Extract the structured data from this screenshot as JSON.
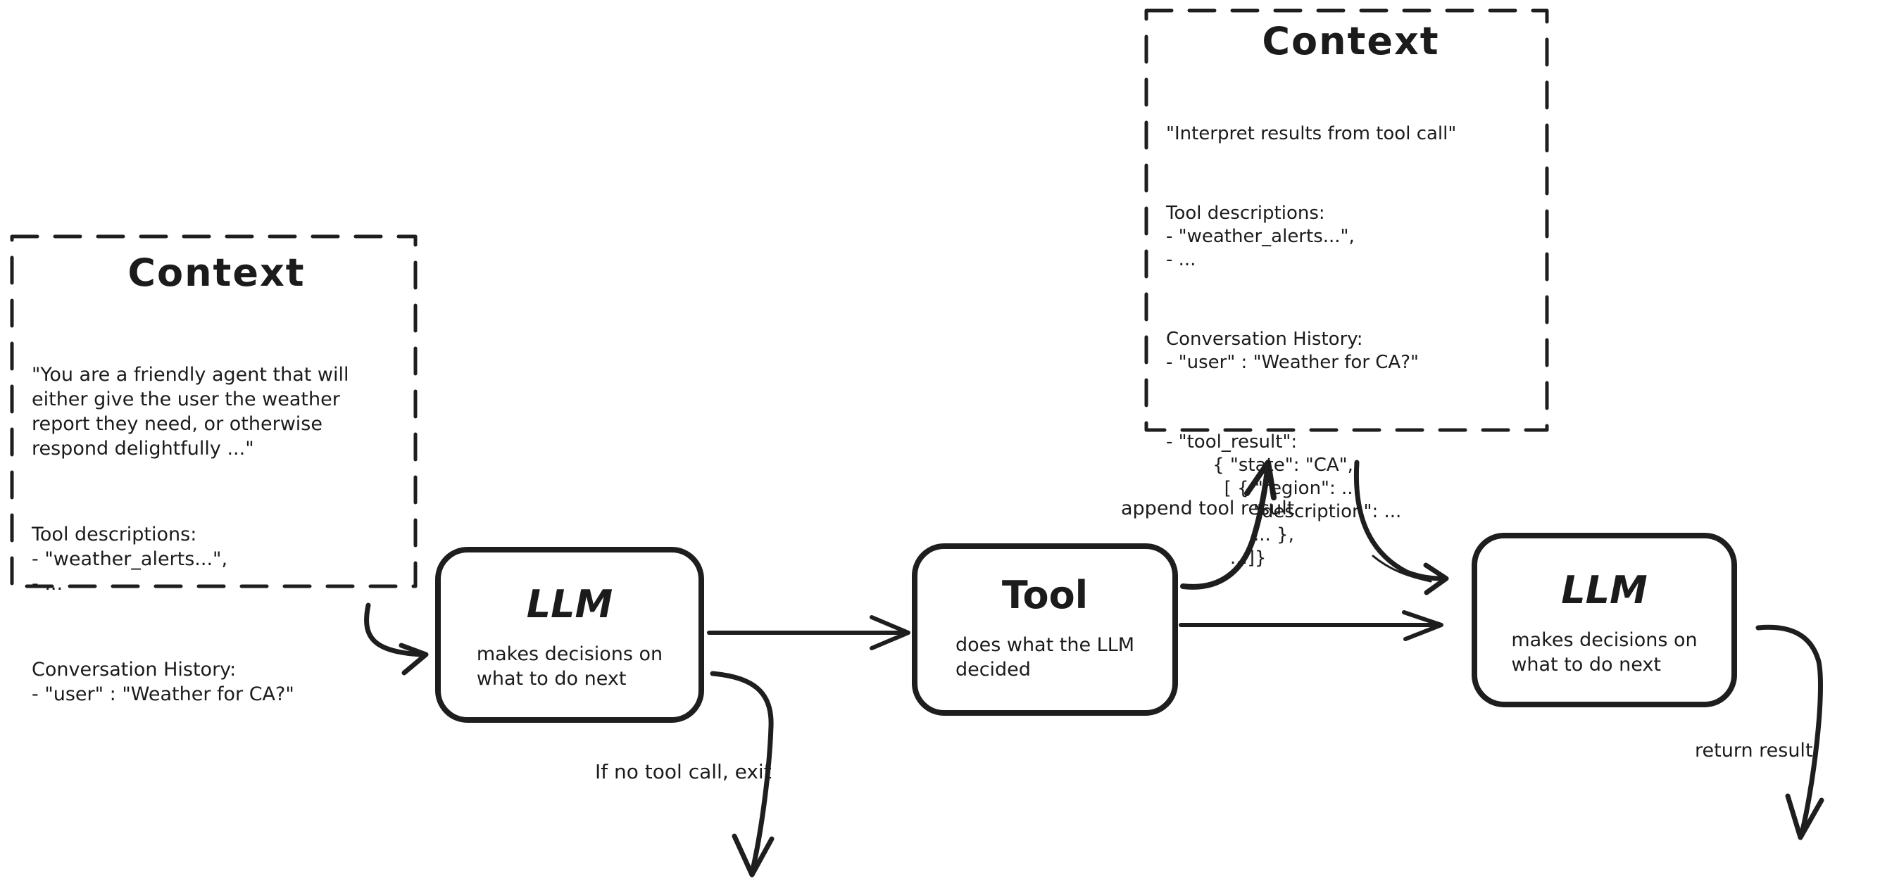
{
  "context_left": {
    "title": "Context",
    "sections": [
      [
        "\"You are a friendly agent that will",
        "either give the user the weather",
        "report they need, or otherwise",
        "respond delightfully ...\""
      ],
      [
        "Tool descriptions:",
        "- \"weather_alerts...\",",
        "- ..."
      ],
      [
        "Conversation History:",
        "- \"user\" : \"Weather for CA?\""
      ]
    ]
  },
  "context_right": {
    "title": "Context",
    "sections": [
      [
        "\"Interpret results from tool call\""
      ],
      [
        "Tool descriptions:",
        "- \"weather_alerts...\",",
        "- ..."
      ],
      [
        "Conversation History:",
        "- \"user\" : \"Weather for CA?\""
      ],
      [
        "- \"tool_result\":",
        "        { \"state\": \"CA\",",
        "          [ { \"region\": ...",
        "               \"description\": ...",
        "               ... },",
        "           ...]}"
      ]
    ]
  },
  "nodes": {
    "llm1": {
      "title": "LLM",
      "subtitle": [
        "makes decisions on",
        "what to do next"
      ]
    },
    "tool": {
      "title": "Tool",
      "subtitle": [
        "does what the LLM",
        "decided"
      ]
    },
    "llm2": {
      "title": "LLM",
      "subtitle": [
        "makes decisions on",
        "what to do next"
      ]
    }
  },
  "edge_labels": {
    "append_tool_result": "append tool result",
    "if_no_tool_call_exit": "If no tool call, exit",
    "return_result": "return result"
  },
  "colors": {
    "ink": "#1b1b1b",
    "stroke": "#1e1e1e",
    "background": "#ffffff"
  }
}
